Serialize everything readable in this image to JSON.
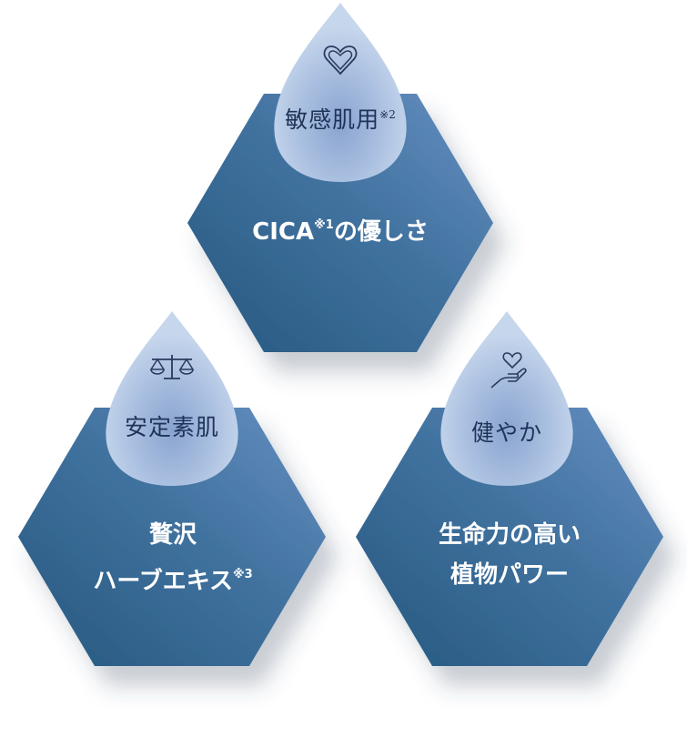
{
  "features": [
    {
      "icon": "heart-icon",
      "drop_label": "敏感肌用",
      "drop_note": "※2",
      "main_lines": [
        "CICA",
        "※1",
        "の優しさ"
      ]
    },
    {
      "icon": "scale-icon",
      "drop_label": "安定素肌",
      "main_line1": "贅沢",
      "main_line2": "ハーブエキス",
      "main_note": "※3"
    },
    {
      "icon": "hand-heart-icon",
      "drop_label": "健やか",
      "main_line1": "生命力の高い",
      "main_line2": "植物パワー"
    }
  ],
  "colors": {
    "hex_dark": "#2a5f86",
    "hex_light": "#5c86b6",
    "drop_light": "#c2d3e9",
    "drop_center": "#8fa9d3",
    "icon_stroke": "#2a3a5c"
  }
}
